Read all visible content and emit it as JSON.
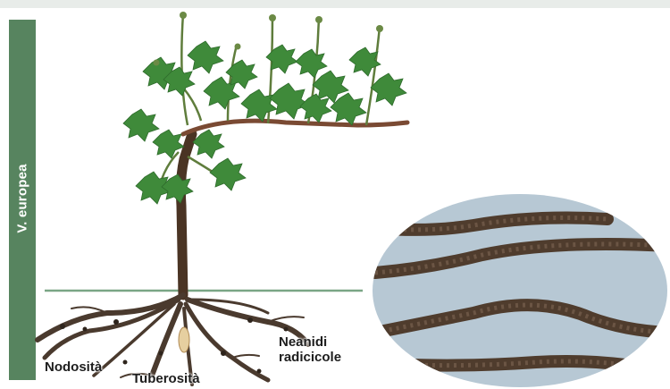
{
  "side_label": "V. europea",
  "labels": {
    "nodosita": "Nodosità",
    "tuberosita": "Tuberosità",
    "neanidi_line1": "Neanidi",
    "neanidi_line2": "radicicole"
  },
  "colors": {
    "side_band": "#57845f",
    "ground_line": "#7aa686",
    "photo_background": "#b7c8d4",
    "root": "#4a3a2e",
    "leaf": "#3f8a3a"
  }
}
